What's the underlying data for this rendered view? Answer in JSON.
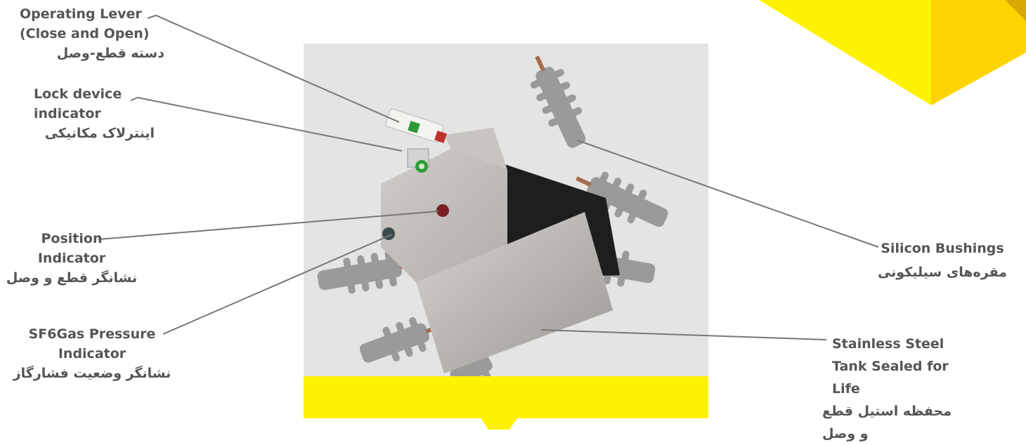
{
  "labels": {
    "operating_lever": {
      "line1": "Operating Lever",
      "line2": "(Close and Open)",
      "fa": "دسته قطع-وصل"
    },
    "lock_device": {
      "line1": "Lock device",
      "line2": "indicator",
      "fa": "اینترلاک مکانیکی"
    },
    "position_indicator": {
      "line1": "Position",
      "line2": "Indicator",
      "fa": "نشانگر قطع و وصل"
    },
    "sf6_pressure": {
      "line1": "SF6Gas Pressure",
      "line2": "Indicator",
      "fa": "نشانگر وضعیت فشارگاز"
    },
    "silicon_bushings": {
      "line1": "Silicon Bushings",
      "fa": "مقره‌های سیلیکونی"
    },
    "stainless_tank": {
      "line1": "Stainless Steel",
      "line2": "Tank Sealed for",
      "line3": "Life",
      "fa": "محفظه استیل قطع و وصل"
    }
  },
  "colors": {
    "accent_yellow": "#fff200",
    "corner_yellow": "#ffd400",
    "text": "#555555",
    "leader": "#777777"
  }
}
